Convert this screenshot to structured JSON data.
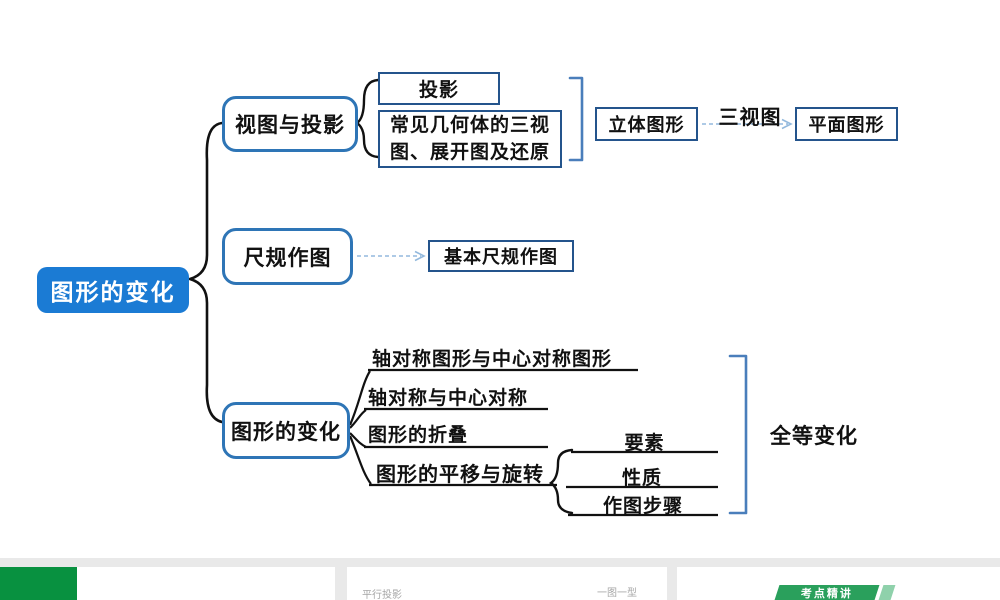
{
  "diagram": {
    "root": "图形的变化",
    "view_projection": {
      "node": "视图与投影",
      "projection_box": "投影",
      "three_views_line1": "常见几何体的三视",
      "three_views_line2": "图、展开图及还原",
      "solid_figure": "立体图形",
      "arrow_label": "三视图",
      "plane_figure": "平面图形"
    },
    "ruler_compass": {
      "node": "尺规作图",
      "basic_box": "基本尺规作图"
    },
    "figure_change": {
      "node": "图形的变化",
      "item1": "轴对称图形与中心对称图形",
      "item2": "轴对称与中心对称",
      "item3": "图形的折叠",
      "item4": "图形的平移与旋转",
      "sub1": "要素",
      "sub2": "性质",
      "sub3": "作图步骤",
      "bracket_label": "全等变化"
    }
  },
  "filmstrip": {
    "thumb2_label1": "平行投影",
    "thumb2_label2": "一图一型",
    "banner_label": "考点精讲"
  },
  "colors": {
    "root_fill": "#1b7bd4",
    "node_border": "#2e75b6",
    "box_border": "#24548c",
    "bracket_blue": "#4a7ebb",
    "arrow_blue": "#93b9dd",
    "green_block": "#089140",
    "banner_green": "#2aa05c"
  }
}
